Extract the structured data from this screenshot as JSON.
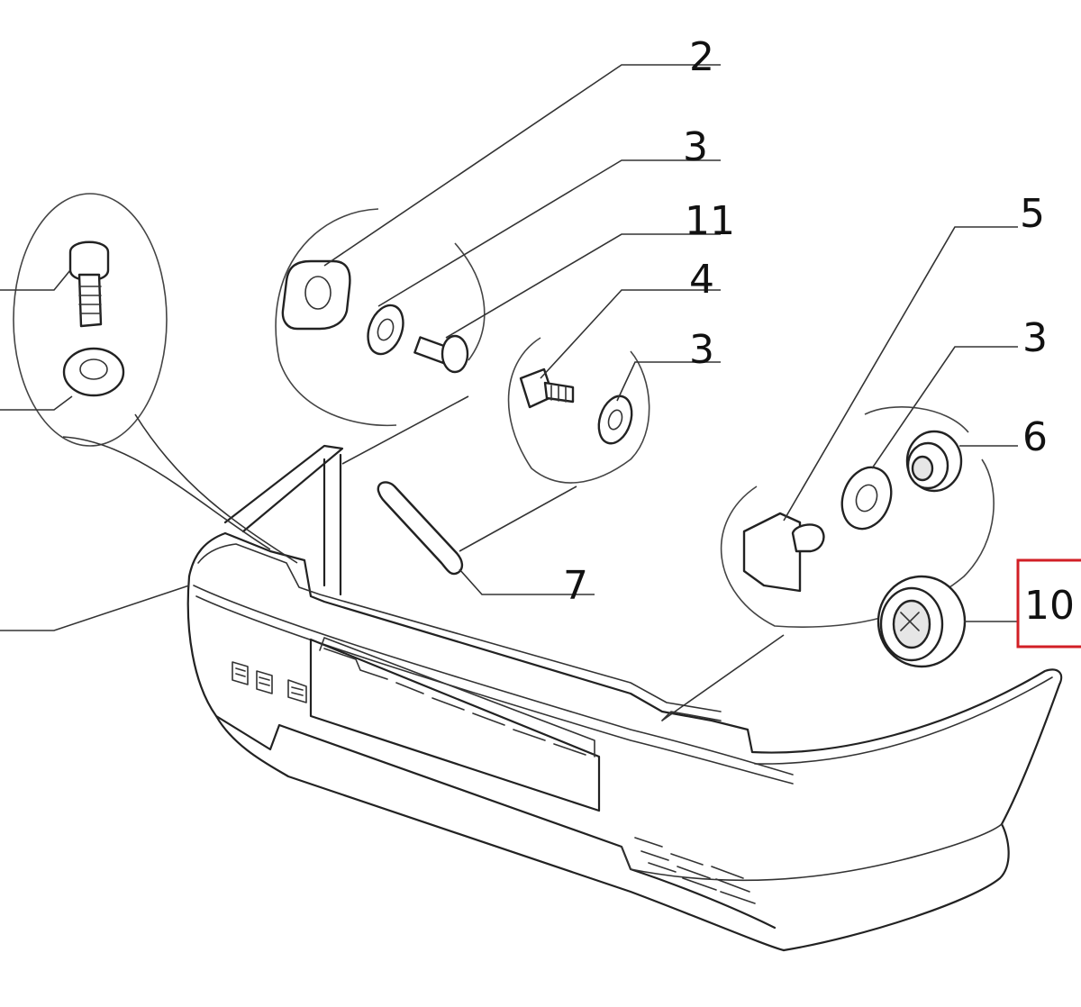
{
  "diagram": {
    "callouts": [
      {
        "id": "c2a",
        "label": "2"
      },
      {
        "id": "c3a",
        "label": "3"
      },
      {
        "id": "c11",
        "label": "11"
      },
      {
        "id": "c5",
        "label": "5"
      },
      {
        "id": "c4",
        "label": "4"
      },
      {
        "id": "c3b",
        "label": "3"
      },
      {
        "id": "c3c",
        "label": "3"
      },
      {
        "id": "c6",
        "label": "6"
      },
      {
        "id": "c7",
        "label": "7"
      },
      {
        "id": "c10",
        "label": "10"
      }
    ],
    "highlighted_callout": "10",
    "colors": {
      "line": "#222222",
      "highlight": "#d21f25",
      "background": "#ffffff"
    }
  }
}
